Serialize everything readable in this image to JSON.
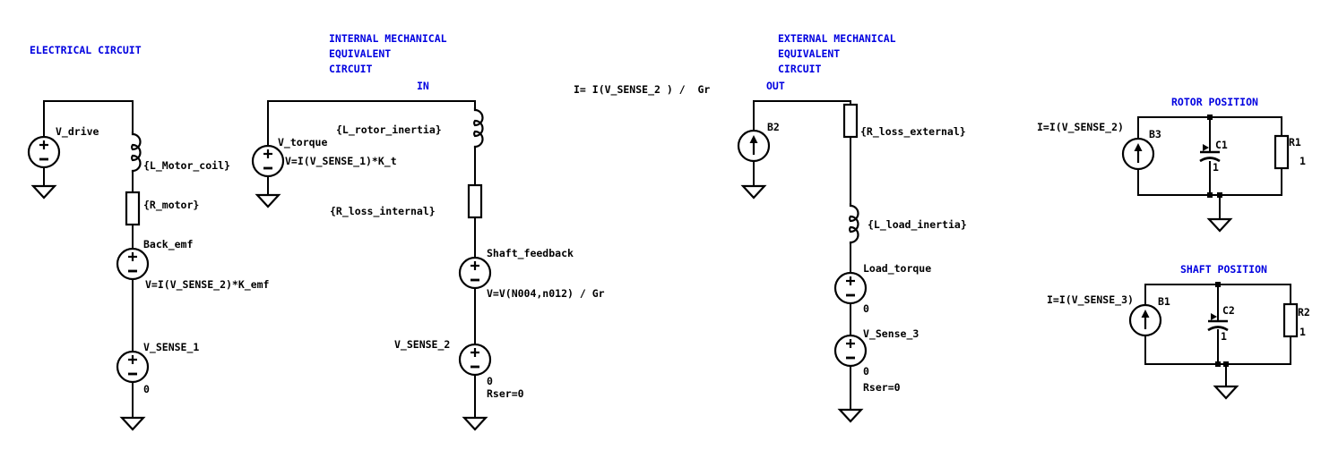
{
  "app": {
    "background": "#FFFFFF",
    "wire_color": "#000000",
    "comment_color": "#0000E0",
    "label_color": "#000000"
  },
  "sections": {
    "electrical": {
      "title": "ELECTRICAL CIRCUIT",
      "v_drive_name": "V_drive",
      "l_motor_coil": "{L_Motor_coil}",
      "r_motor": "{R_motor}",
      "back_emf_name": "Back_emf",
      "back_emf_value": "V=I(V_SENSE_2)*K_emf",
      "v_sense_1_name": "V_SENSE_1",
      "v_sense_1_value": "0"
    },
    "internal": {
      "title1": "INTERNAL MECHANICAL",
      "title2": "EQUIVALENT",
      "title3": "CIRCUIT",
      "node_in": "IN",
      "v_torque_name": "V_torque",
      "v_torque_value": "V=I(V_SENSE_1)*K_t",
      "l_rotor_inertia": "{L_rotor_inertia}",
      "r_loss_internal": "{R_loss_internal}",
      "shaft_feedback_name": "Shaft_feedback",
      "shaft_feedback_value": "V=V(N004,n012) / Gr",
      "v_sense_2_name": "V_SENSE_2",
      "v_sense_2_value": "0",
      "v_sense_2_rser": "Rser=0"
    },
    "gear_formula": "I= I(V_SENSE_2 ) /  Gr",
    "external": {
      "title1": "EXTERNAL MECHANICAL",
      "title2": "EQUIVALENT",
      "title3": "CIRCUIT",
      "node_out": "OUT",
      "b2_name": "B2",
      "r_loss_external": "{R_loss_external}",
      "l_load_inertia": "{L_load_inertia}",
      "load_torque_name": "Load_torque",
      "load_torque_value": "0",
      "v_sense_3_name": "V_Sense_3",
      "v_sense_3_value": "0",
      "v_sense_3_rser": "Rser=0"
    },
    "rotor_position": {
      "title": "ROTOR POSITION",
      "b3_formula": "I=I(V_SENSE_2)",
      "b3_name": "B3",
      "c1_name": "C1",
      "c1_value": "1",
      "r1_name": "R1",
      "r1_value": "1"
    },
    "shaft_position": {
      "title": "SHAFT POSITION",
      "b1_formula": "I=I(V_SENSE_3)",
      "b1_name": "B1",
      "c2_name": "C2",
      "c2_value": "1",
      "r2_name": "R2",
      "r2_value": "1"
    }
  }
}
